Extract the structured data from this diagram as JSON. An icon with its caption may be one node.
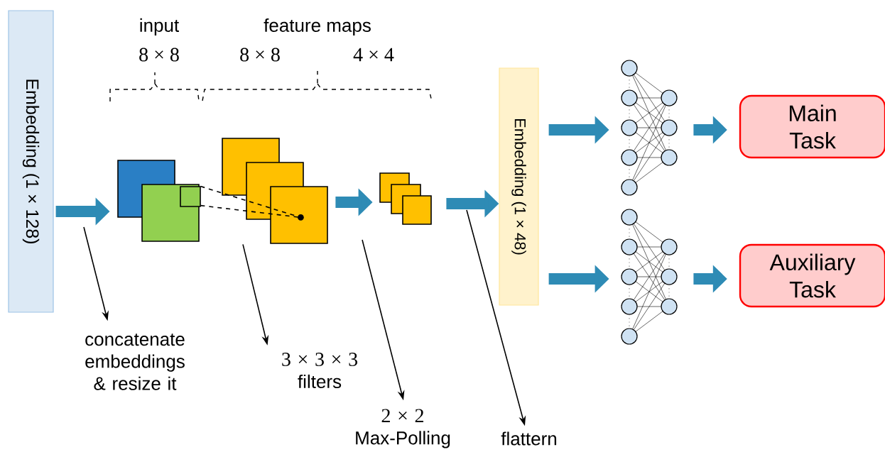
{
  "diagram": {
    "nodes": [
      {
        "text": [
          "Embedding (1 × 128)"
        ]
      },
      {
        "text": [],
        "shape": "box"
      },
      {
        "text": [],
        "shape": "box"
      },
      {
        "text": [],
        "shape": "box"
      },
      {
        "text": [
          "Embedding (1 × 48)"
        ]
      },
      {
        "text": [],
        "shape": "network"
      },
      {
        "text": [],
        "shape": "network"
      },
      {
        "text": [
          "Main Task"
        ]
      },
      {
        "text": [
          "Auxiliary Task"
        ]
      },
      {
        "text": [
          "concatenate embeddings & resize it"
        ]
      },
      {
        "text": [
          "3 × 3 × 3",
          "filters"
        ]
      },
      {
        "text": [
          "2 × 2",
          "Max-Polling"
        ]
      },
      {
        "text": [
          "flattern"
        ]
      }
    ],
    "edges": [
      {
        "from": 0,
        "to": 1,
        "arrow": "to"
      },
      {
        "from": 1,
        "to": 2,
        "arrow": "none",
        "style": "dashed",
        "color": "#000000"
      },
      {
        "from": 1,
        "to": 2,
        "arrow": "none",
        "style": "dashed",
        "color": "#000000"
      },
      {
        "from": 2,
        "to": 3,
        "arrow": "to"
      },
      {
        "from": 3,
        "to": 4,
        "arrow": "to"
      },
      {
        "from": 4,
        "to": 5,
        "arrow": "to"
      },
      {
        "from": 4,
        "to": 6,
        "arrow": "to"
      },
      {
        "from": 5,
        "to": 7,
        "arrow": "to"
      },
      {
        "from": 6,
        "to": 8,
        "arrow": "to"
      },
      {
        "from": null,
        "to": 9,
        "arrow": "to",
        "color": "#000000"
      },
      {
        "from": 2,
        "to": 10,
        "arrow": "to",
        "color": "#000000"
      },
      {
        "from": null,
        "to": 11,
        "arrow": "to",
        "color": "#000000"
      },
      {
        "from": null,
        "to": 12,
        "arrow": "to",
        "color": "#000000"
      }
    ],
    "labels": [
      "input",
      "8 × 8",
      "feature maps",
      "8 × 8",
      "4 × 4"
    ]
  }
}
